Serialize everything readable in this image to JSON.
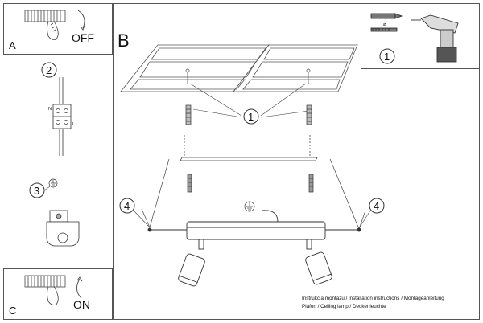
{
  "panels": {
    "a": {
      "letter": "A",
      "action": "OFF"
    },
    "b": {
      "letter": "B"
    },
    "c": {
      "letter": "C",
      "action": "ON"
    }
  },
  "steps": [
    "1",
    "2",
    "3",
    "4"
  ],
  "wire_labels": {
    "neutral": "N",
    "live": "L"
  },
  "captions": [
    "Instrukcja montażu / installation instructions / Montageanleitung",
    "Plafon / Ceiling lamp / Deckenleuchte"
  ]
}
